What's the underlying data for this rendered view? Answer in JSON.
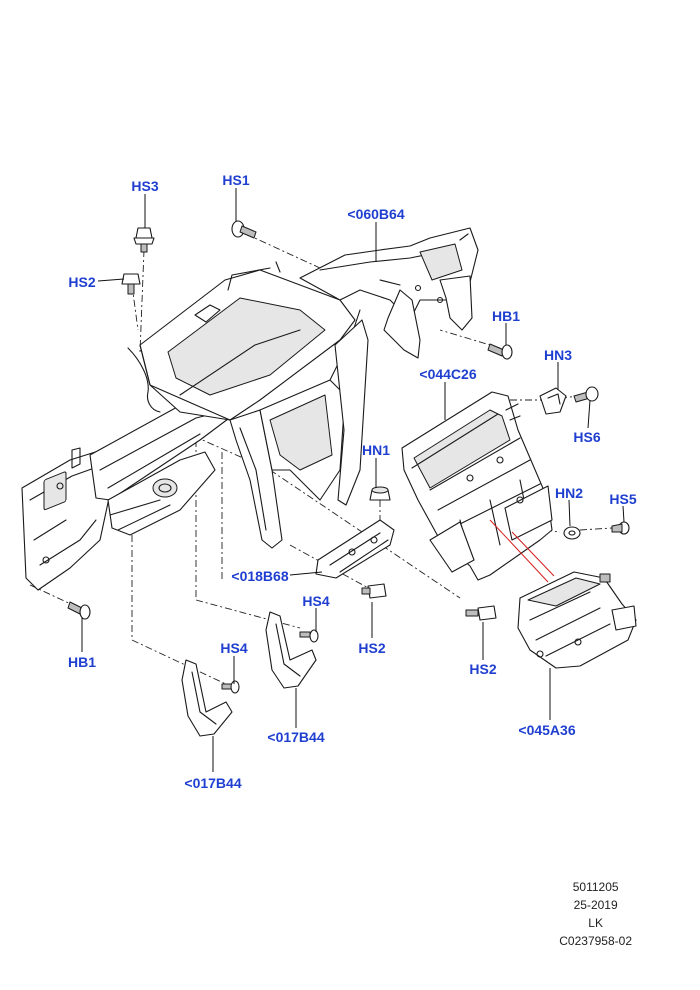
{
  "callouts": [
    {
      "id": "hs3",
      "text": "HS3"
    },
    {
      "id": "hs1",
      "text": "HS1"
    },
    {
      "id": "b060",
      "text": "<060B64"
    },
    {
      "id": "hs2a",
      "text": "HS2"
    },
    {
      "id": "hb1a",
      "text": "HB1"
    },
    {
      "id": "hn3",
      "text": "HN3"
    },
    {
      "id": "c044",
      "text": "<044C26"
    },
    {
      "id": "hs6",
      "text": "HS6"
    },
    {
      "id": "hn1",
      "text": "HN1"
    },
    {
      "id": "hn2",
      "text": "HN2"
    },
    {
      "id": "hs5",
      "text": "HS5"
    },
    {
      "id": "b018",
      "text": "<018B68"
    },
    {
      "id": "hs4a",
      "text": "HS4"
    },
    {
      "id": "hs2b",
      "text": "HS2"
    },
    {
      "id": "hs2c",
      "text": "HS2"
    },
    {
      "id": "hb1b",
      "text": "HB1"
    },
    {
      "id": "hs4b",
      "text": "HS4"
    },
    {
      "id": "b017a",
      "text": "<017B44"
    },
    {
      "id": "a045",
      "text": "<045A36"
    },
    {
      "id": "b017b",
      "text": "<017B44"
    }
  ],
  "footer": {
    "line1": "5011205",
    "line2": "25-2019",
    "line3": "LK",
    "line4": "C0237958-02"
  },
  "colors": {
    "label": "#1f3fd0",
    "line": "#1a1a1a",
    "highlight": "#d81e1e"
  }
}
